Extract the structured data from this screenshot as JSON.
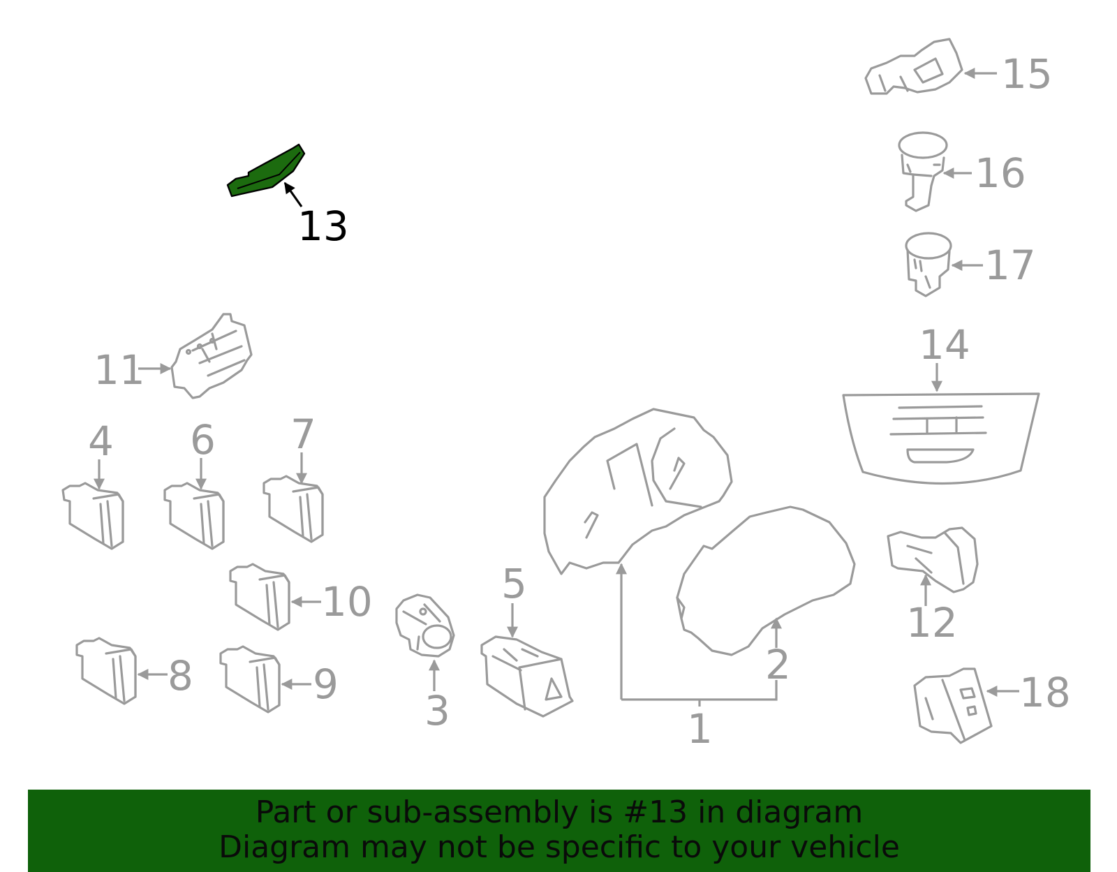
{
  "highlight_color": "#1c6b0f",
  "part_color": "#9a9a9a",
  "banner_color": "#0f610a",
  "callouts": {
    "c1": "1",
    "c2": "2",
    "c3": "3",
    "c4": "4",
    "c5": "5",
    "c6": "6",
    "c7": "7",
    "c8": "8",
    "c9": "9",
    "c10": "10",
    "c11": "11",
    "c12": "12",
    "c13": "13",
    "c14": "14",
    "c15": "15",
    "c16": "16",
    "c17": "17",
    "c18": "18"
  },
  "highlighted_part": "13",
  "banner": {
    "line1": "Part or sub-assembly is #13 in diagram",
    "line2": "Diagram may not be specific to your vehicle"
  }
}
